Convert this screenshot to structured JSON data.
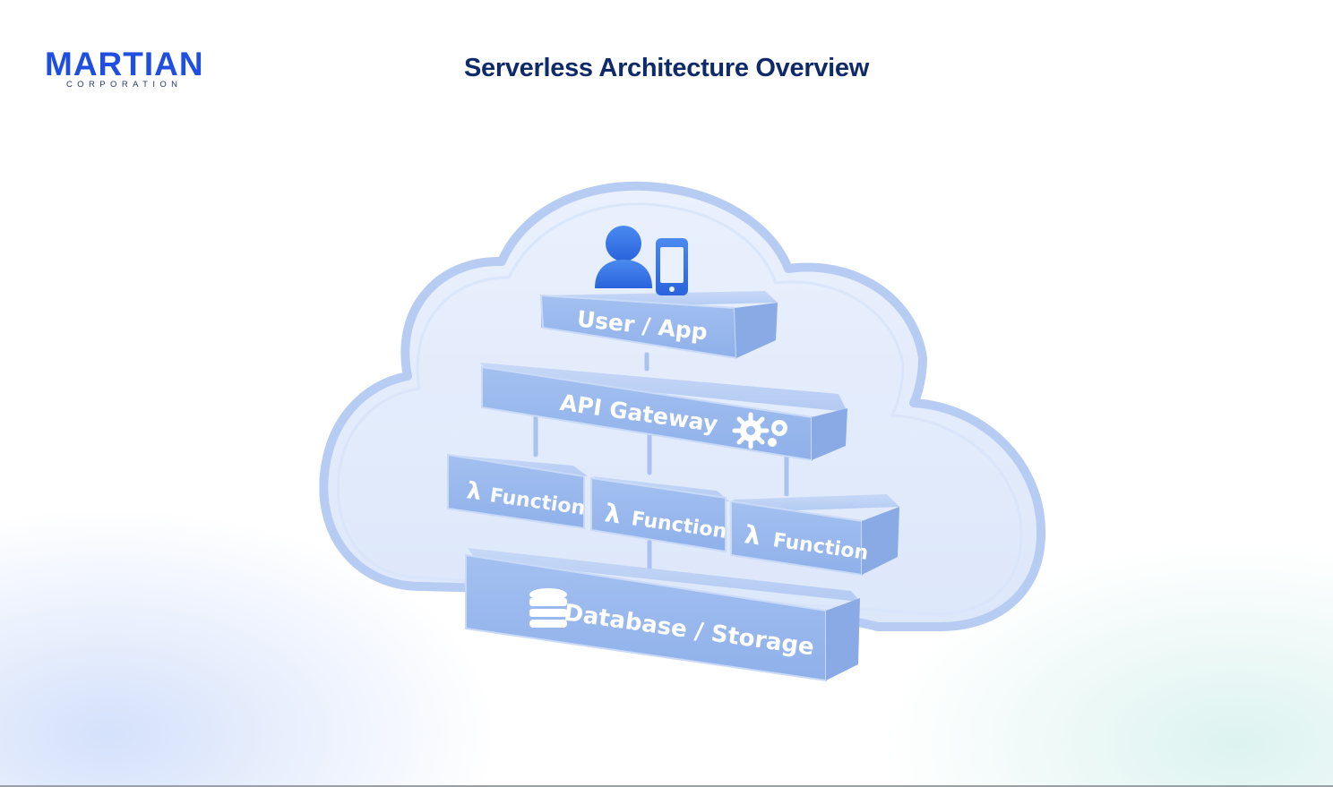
{
  "header": {
    "logo_name": "MARTIAN",
    "logo_sub": "CORPORATION",
    "title": "Serverless Architecture Overview"
  },
  "diagram": {
    "user": {
      "label": "User / App",
      "icons": [
        "user-icon",
        "smartphone-icon"
      ]
    },
    "gateway": {
      "label": "API Gateway",
      "icons": [
        "gears-icon"
      ]
    },
    "functions": [
      {
        "label": "Function",
        "icon": "lambda-icon"
      },
      {
        "label": "Function",
        "icon": "lambda-icon"
      },
      {
        "label": "Function",
        "icon": "lambda-icon"
      }
    ],
    "storage": {
      "label": "Database / Storage",
      "icon": "database-icon"
    },
    "container_icon": "cloud-icon"
  },
  "colors": {
    "brand_blue": "#1f4fe0",
    "title_navy": "#0f2a6b",
    "block_blue": "#9dbbef",
    "icon_blue": "#2f6fe4"
  }
}
